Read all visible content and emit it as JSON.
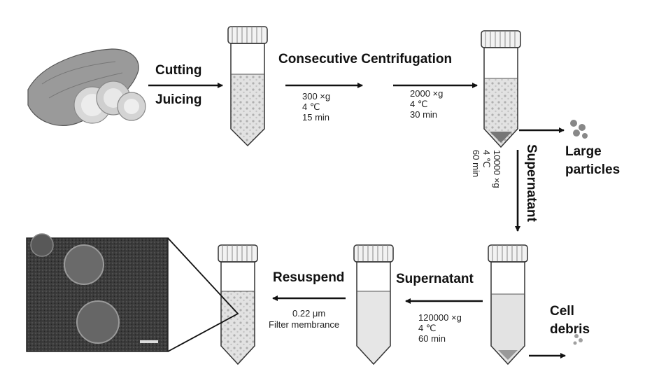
{
  "steps": {
    "cutting": "Cutting",
    "juicing": "Juicing",
    "consecutive_centrifugation": "Consecutive Centrifugation",
    "supernatant_vertical": "Supernatant",
    "supernatant_horizontal": "Supernatant",
    "resuspend": "Resuspend"
  },
  "conditions": {
    "c1": {
      "speed": "300 ×g",
      "temp": "4 ℃",
      "time": "15 min"
    },
    "c2": {
      "speed": "2000 ×g",
      "temp": "4 ℃",
      "time": "30 min"
    },
    "c3": {
      "speed": "10000 ×g",
      "temp": "4 ℃",
      "time": "60 min"
    },
    "c4": {
      "speed": "120000 ×g",
      "temp": "4 ℃",
      "time": "60 min"
    }
  },
  "filter": {
    "pore": "0.22 μm",
    "label": "Filter membrance"
  },
  "outputs": {
    "large_particles_line1": "Large",
    "large_particles_line2": "particles",
    "cell_debris_line1": "Cell",
    "cell_debris_line2": "debris"
  },
  "colors": {
    "ink": "#111111",
    "tube_outline": "#333333",
    "liquid": "#dcdcdc",
    "cap": "#f2f2f2"
  }
}
